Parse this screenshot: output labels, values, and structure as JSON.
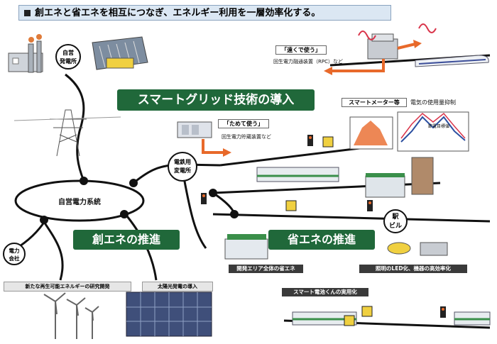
{
  "header": {
    "title": "創エネと省エネを相互につなぎ、エネルギー利用を一層効率化する。"
  },
  "sections": {
    "smart_grid": "スマートグリッド技術の導入",
    "create_energy": "創エネの推進",
    "save_energy": "省エネの推進"
  },
  "nodes": {
    "private_power_station": "自営\n発電所",
    "private_grid": "自営電力系統",
    "railway_substation": "電鉄用\n変電所",
    "power_company": "電力\n会社",
    "station_building": "駅\nビル"
  },
  "callouts": {
    "use_far": "「遠くで使う」",
    "use_far_desc": "回生電力融通装置（RPC）など",
    "store": "「ためて使う」",
    "store_desc": "回生電力貯蔵装置など",
    "smart_meter": "スマートメーター等",
    "smart_meter_desc": "電気の使用量抑制",
    "graph_legend": "節電目標値"
  },
  "labels": {
    "renewable_research": "新たな再生可能エネルギーの研究開発",
    "solar": "太陽光発電の導入",
    "area_saving": "開発エリア全体の省エネ",
    "led": "照明のLED化、機器の高効率化",
    "battery": "スマート電池くんの実用化"
  },
  "colors": {
    "accent_green": "#20683a",
    "banner_bg": "#dbe7f3",
    "arrow_orange": "#e8692a",
    "wave_red": "#d9344a"
  }
}
